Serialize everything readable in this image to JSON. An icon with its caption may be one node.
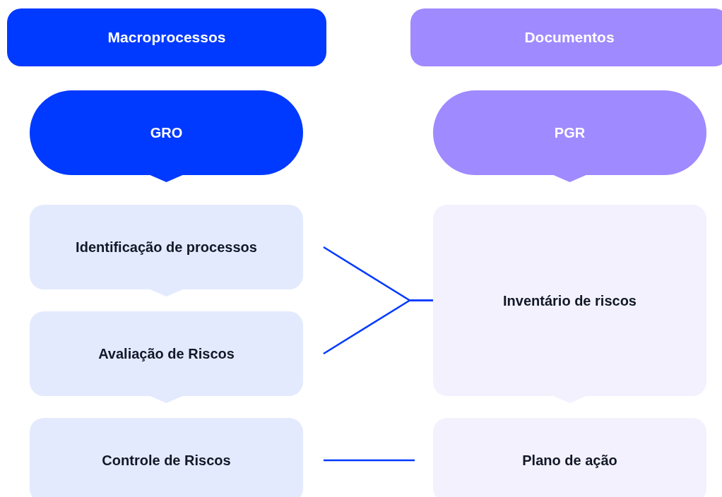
{
  "diagram": {
    "nodes": [
      {
        "text": [
          "Macroprocessos"
        ]
      },
      {
        "text": [
          "Documentos"
        ]
      },
      {
        "text": [
          "GRO"
        ]
      },
      {
        "text": [
          "PGR"
        ]
      },
      {
        "text": [
          "Identificação de processos"
        ]
      },
      {
        "text": [
          "Inventário de riscos"
        ]
      },
      {
        "text": [
          "Avaliação de Riscos"
        ]
      },
      {
        "text": [
          "Controle de Riscos"
        ]
      },
      {
        "text": [
          "Plano de ação"
        ]
      }
    ],
    "edges": [
      {
        "from": 4,
        "to": 5,
        "arrow": "none"
      },
      {
        "from": 6,
        "to": 5,
        "arrow": "none"
      },
      {
        "from": 7,
        "to": 8,
        "arrow": "none"
      }
    ]
  }
}
